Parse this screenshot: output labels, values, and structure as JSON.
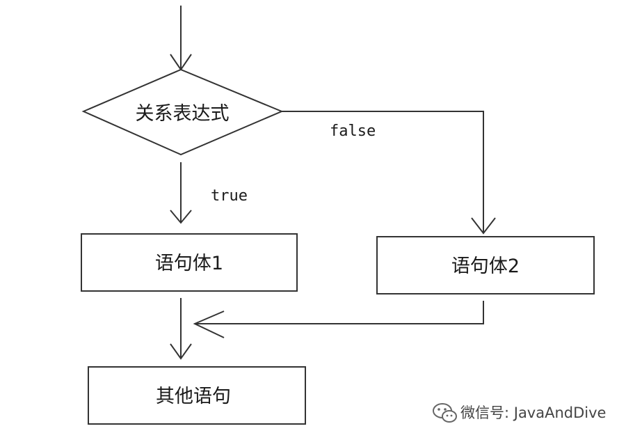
{
  "diagram": {
    "condition": "关系表达式",
    "true_label": "true",
    "false_label": "false",
    "statement1": "语句体1",
    "statement2": "语句体2",
    "other": "其他语句"
  },
  "watermark": {
    "text": "微信号: JavaAndDive",
    "icon": "wechat-icon"
  }
}
